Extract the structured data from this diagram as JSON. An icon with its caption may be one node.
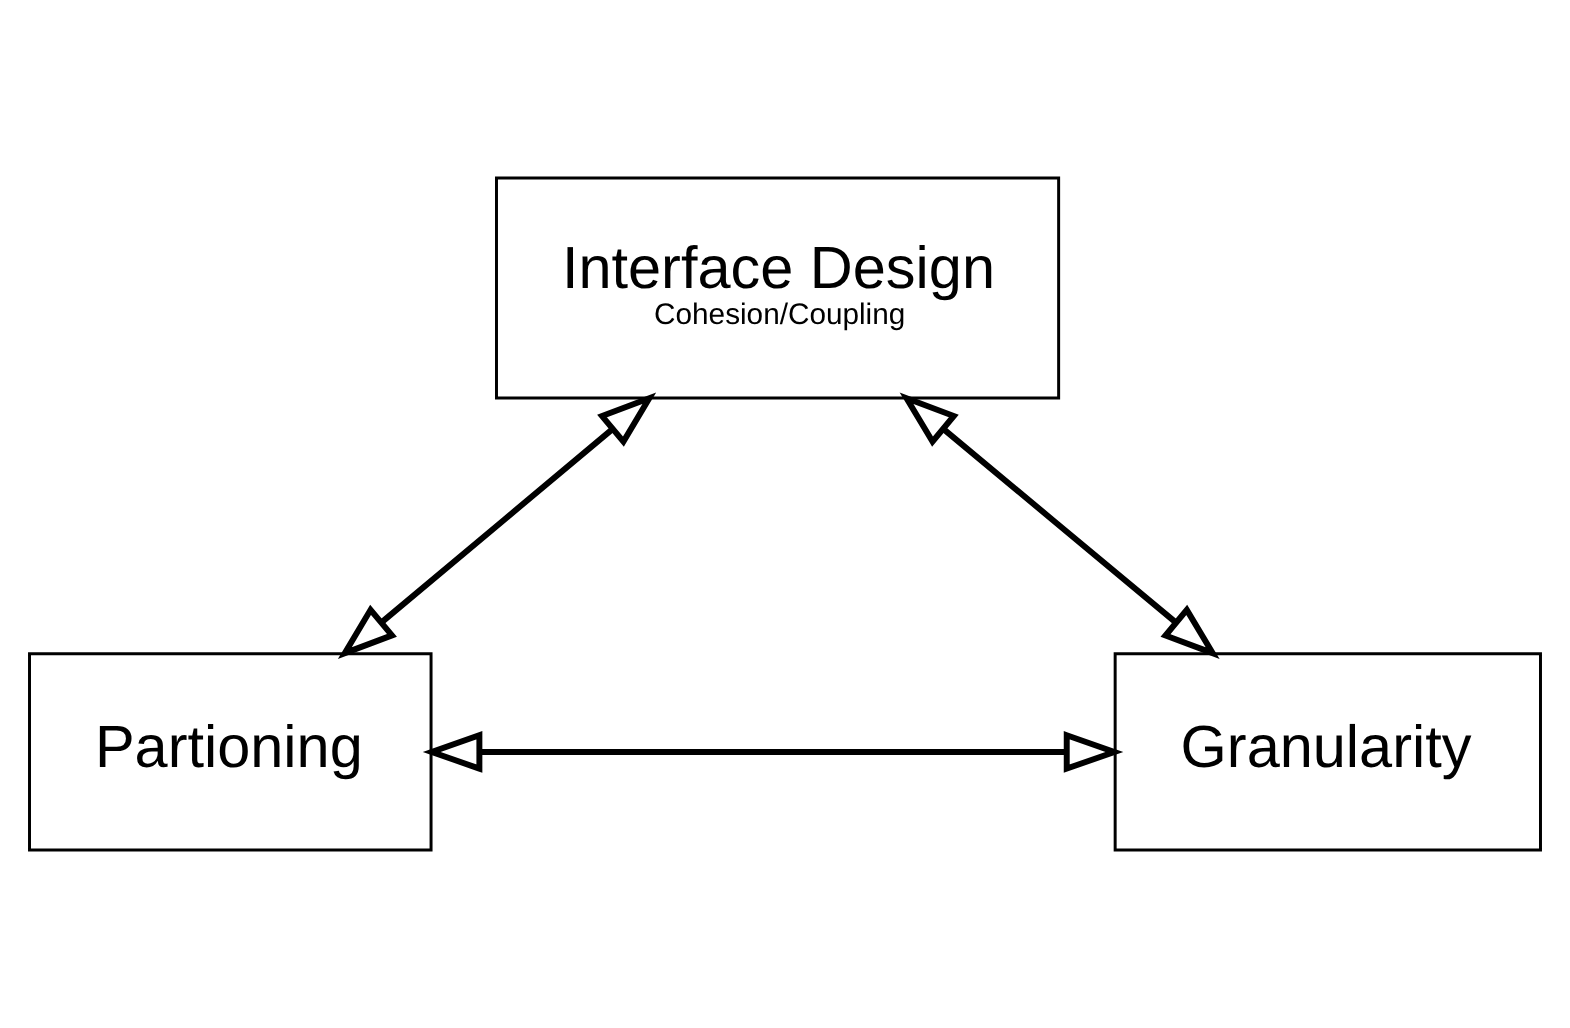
{
  "diagram": {
    "nodes": [
      {
        "text": [
          "Interface Design",
          "Cohesion/Coupling"
        ]
      },
      {
        "text": [
          "Partioning"
        ]
      },
      {
        "text": [
          "Granularity"
        ]
      }
    ],
    "edges": [
      {
        "from": 0,
        "to": 1,
        "arrow": "both"
      },
      {
        "from": 0,
        "to": 2,
        "arrow": "both"
      },
      {
        "from": 1,
        "to": 2,
        "arrow": "both"
      }
    ]
  }
}
